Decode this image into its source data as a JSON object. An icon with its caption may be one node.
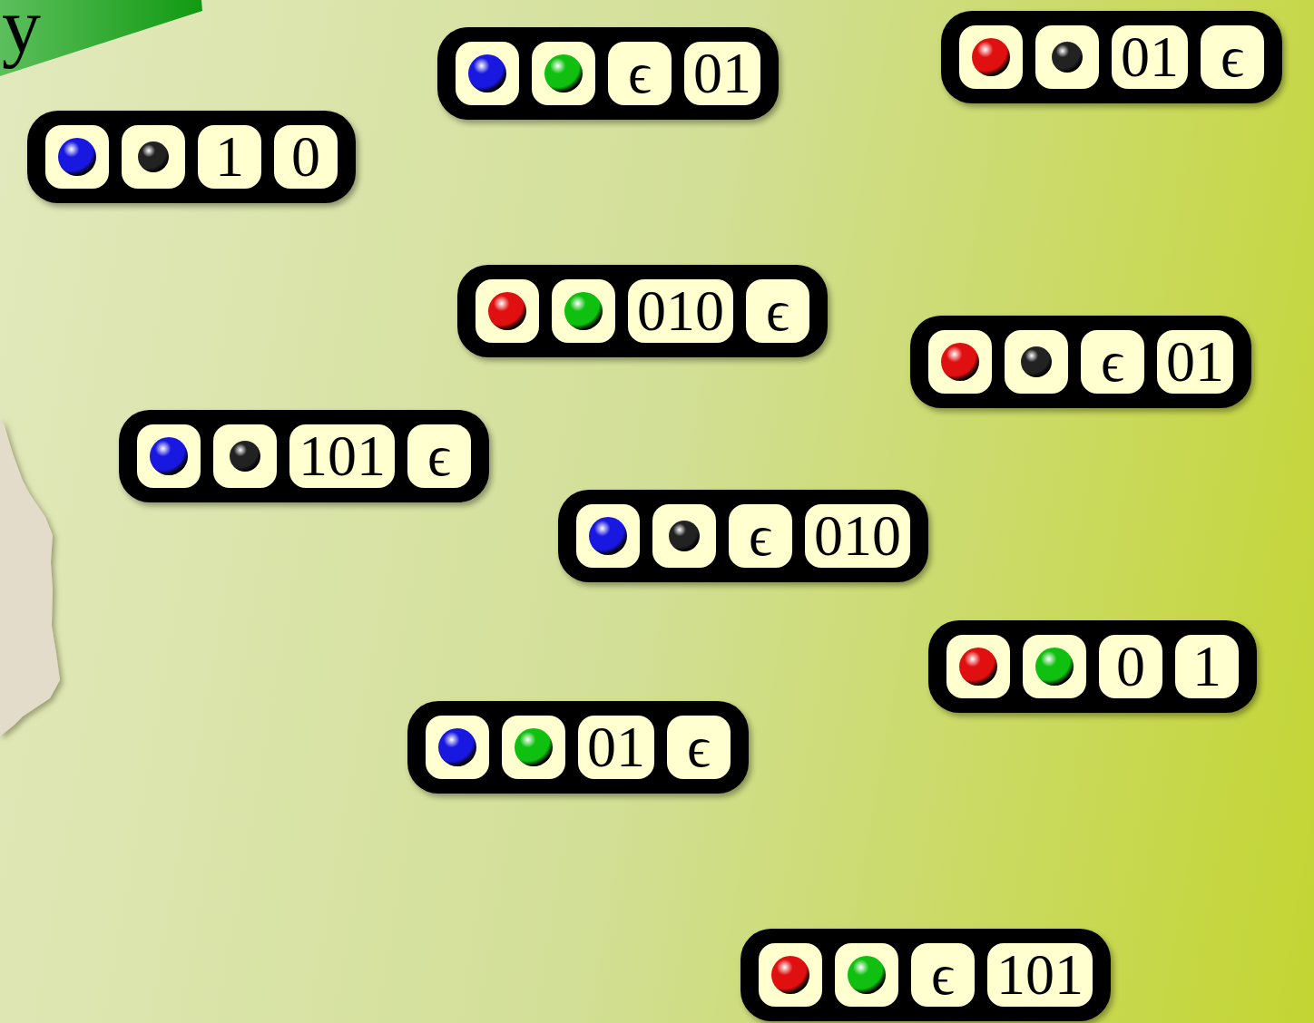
{
  "diagram": {
    "nodes": [
      {
        "text": [
          "y"
        ]
      },
      {
        "text": [],
        "shape": "box"
      },
      {
        "text": [],
        "shape": "circle",
        "in": 1
      },
      {
        "text": [],
        "shape": "circle",
        "in": 1
      },
      {
        "text": [
          "01"
        ],
        "in": 1
      },
      {
        "text": [
          "ϵ"
        ],
        "in": 1
      },
      {
        "text": [],
        "shape": "box"
      },
      {
        "text": [],
        "shape": "circle",
        "in": 6
      },
      {
        "text": [],
        "shape": "circle",
        "in": 6
      },
      {
        "text": [
          "ϵ"
        ],
        "in": 6
      },
      {
        "text": [
          "01"
        ],
        "in": 6
      },
      {
        "text": [],
        "shape": "box"
      },
      {
        "text": [],
        "shape": "circle",
        "in": 11
      },
      {
        "text": [],
        "shape": "circle",
        "in": 11
      },
      {
        "text": [
          "1"
        ],
        "in": 11
      },
      {
        "text": [
          "0"
        ],
        "in": 11
      },
      {
        "text": [],
        "shape": "box"
      },
      {
        "text": [],
        "shape": "circle",
        "in": 16
      },
      {
        "text": [],
        "shape": "circle",
        "in": 16
      },
      {
        "text": [
          "010"
        ],
        "in": 16
      },
      {
        "text": [
          "ϵ"
        ],
        "in": 16
      },
      {
        "text": [],
        "shape": "box"
      },
      {
        "text": [],
        "shape": "circle",
        "in": 21
      },
      {
        "text": [],
        "shape": "circle",
        "in": 21
      },
      {
        "text": [
          "ϵ"
        ],
        "in": 21
      },
      {
        "text": [
          "01"
        ],
        "in": 21
      },
      {
        "text": [],
        "shape": "box"
      },
      {
        "text": [],
        "shape": "circle",
        "in": 26
      },
      {
        "text": [],
        "shape": "circle",
        "in": 26
      },
      {
        "text": [
          "101"
        ],
        "in": 26
      },
      {
        "text": [
          "ϵ"
        ],
        "in": 26
      },
      {
        "text": [],
        "shape": "box"
      },
      {
        "text": [],
        "shape": "circle",
        "in": 31
      },
      {
        "text": [],
        "shape": "circle",
        "in": 31
      },
      {
        "text": [
          "ϵ"
        ],
        "in": 31
      },
      {
        "text": [
          "010"
        ],
        "in": 31
      },
      {
        "text": [],
        "shape": "box"
      },
      {
        "text": [],
        "shape": "circle",
        "in": 36
      },
      {
        "text": [],
        "shape": "circle",
        "in": 36
      },
      {
        "text": [
          "0"
        ],
        "in": 36
      },
      {
        "text": [
          "1"
        ],
        "in": 36
      },
      {
        "text": [],
        "shape": "box"
      },
      {
        "text": [],
        "shape": "circle",
        "in": 41
      },
      {
        "text": [],
        "shape": "circle",
        "in": 41
      },
      {
        "text": [
          "01"
        ],
        "in": 41
      },
      {
        "text": [
          "ϵ"
        ],
        "in": 41
      },
      {
        "text": [],
        "shape": "box"
      },
      {
        "text": [],
        "shape": "circle",
        "in": 46
      },
      {
        "text": [],
        "shape": "circle",
        "in": 46
      },
      {
        "text": [
          "ϵ"
        ],
        "in": 46
      },
      {
        "text": [
          "101"
        ],
        "in": 46
      }
    ]
  }
}
